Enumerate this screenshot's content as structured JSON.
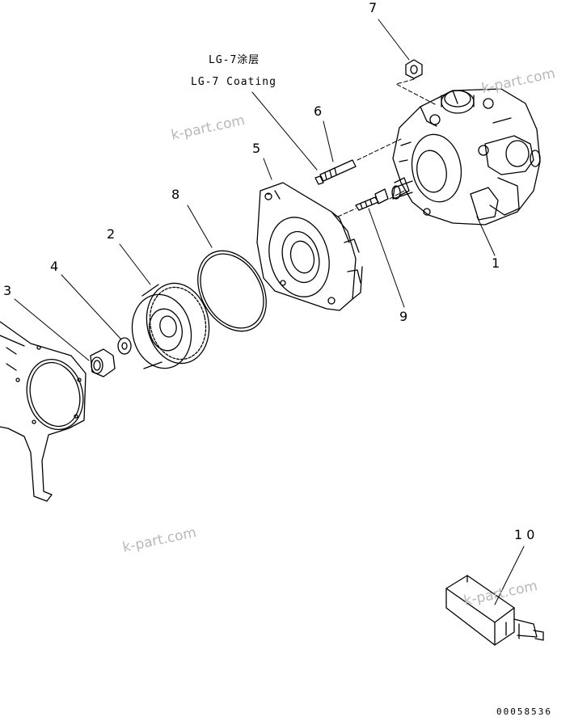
{
  "diagram": {
    "note_cn": "LG-7涂层",
    "note_en": "LG-7 Coating",
    "callouts": [
      "1",
      "2",
      "3",
      "4",
      "5",
      "6",
      "7",
      "8",
      "9",
      "1 0"
    ],
    "watermark": "k-part.com",
    "drawing_code": "00058536"
  }
}
